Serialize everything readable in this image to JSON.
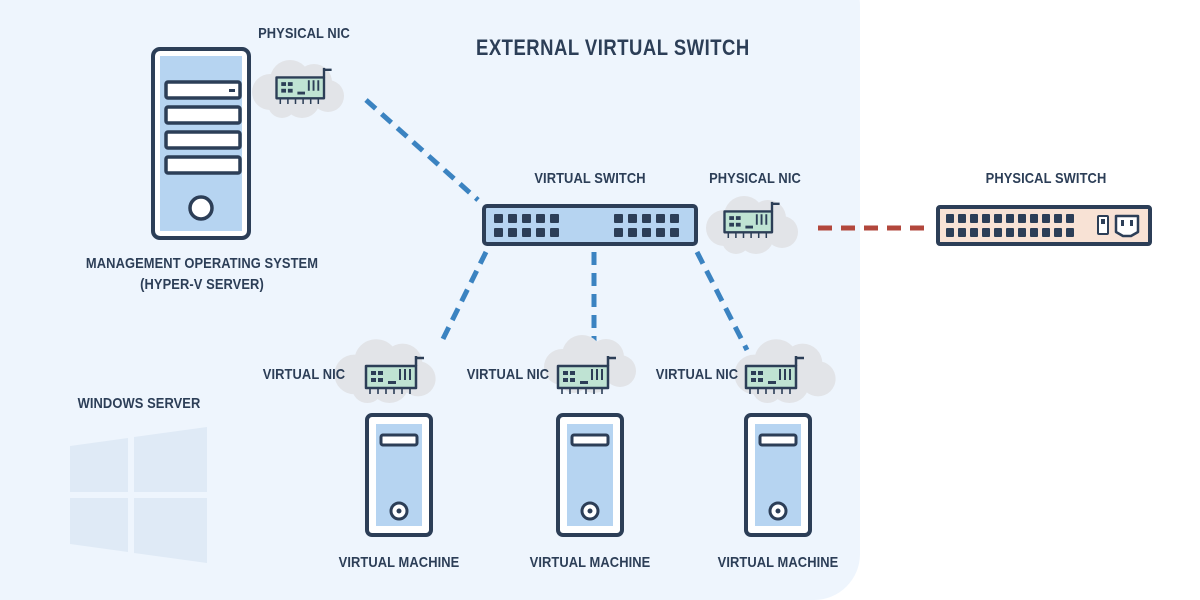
{
  "title": "EXTERNAL VIRTUAL SWITCH",
  "labels": {
    "physical_nic_top": "PHYSICAL NIC",
    "management_os_line1": "MANAGEMENT OPERATING SYSTEM",
    "management_os_line2": "(HYPER-V SERVER)",
    "virtual_switch": "VIRTUAL SWITCH",
    "physical_nic_right": "PHYSICAL NIC",
    "physical_switch": "PHYSICAL SWITCH",
    "windows_server": "WINDOWS SERVER",
    "virtual_nic_1": "VIRTUAL NIC",
    "virtual_nic_2": "VIRTUAL NIC",
    "virtual_nic_3": "VIRTUAL NIC",
    "virtual_machine_1": "VIRTUAL MACHINE",
    "virtual_machine_2": "VIRTUAL MACHINE",
    "virtual_machine_3": "VIRTUAL MACHINE"
  },
  "colors": {
    "panel_bg": "#eef5fd",
    "outline": "#2c3e57",
    "blue_fill": "#b6d4f1",
    "nic_green": "#bfe3d3",
    "cloud_gray": "#e2e4e8",
    "link_blue": "#3b83c1",
    "link_red": "#b2473c",
    "physical_switch_fill": "#f8e2d5",
    "windows_logo": "#dfeaf6"
  },
  "icons": [
    "server-tower-icon",
    "network-card-icon",
    "network-switch-icon",
    "windows-logo-icon",
    "virtual-machine-icon"
  ]
}
